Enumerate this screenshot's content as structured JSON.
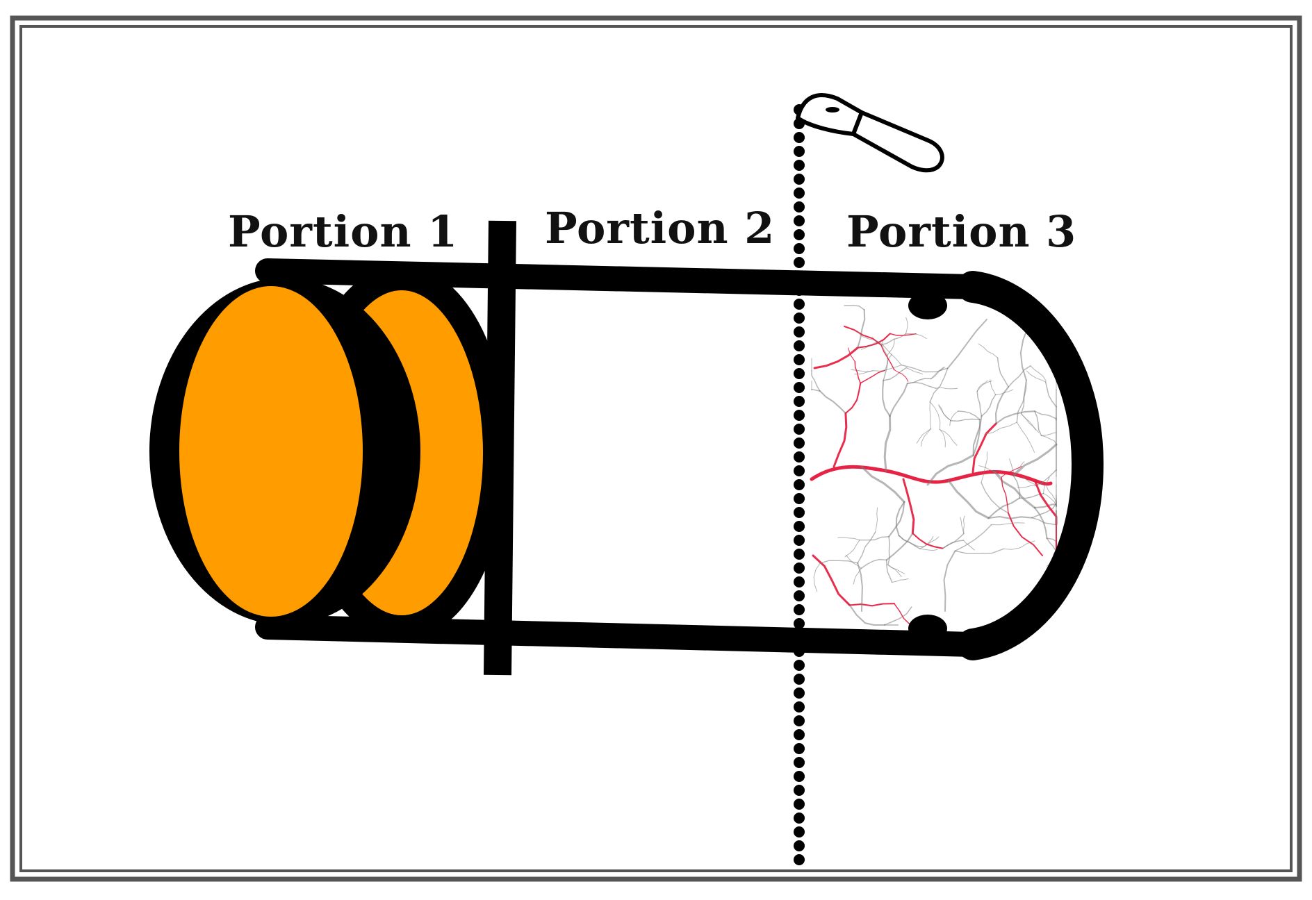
{
  "labels": {
    "portion_1": "Portion 1",
    "portion_2": "Portion 2",
    "portion_3": "Portion 3"
  },
  "colors": {
    "outline": "#000000",
    "specimen_fill": "#FF9D00",
    "vessel_red": "#E5173A",
    "vessel_gray": "#7A7A7A",
    "frame_outer": "#555555",
    "background": "#FFFFFF"
  },
  "icons": {
    "cutting_tool": "scalpel-icon"
  }
}
